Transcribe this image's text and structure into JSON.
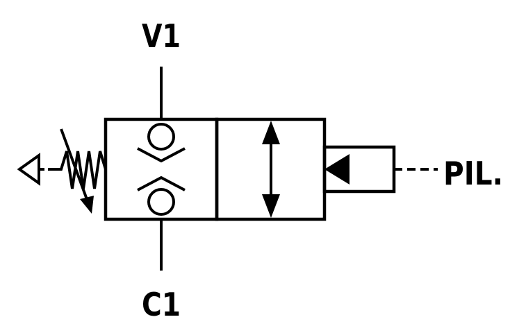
{
  "labels": {
    "top_port": "V1",
    "bottom_port": "C1",
    "pilot_port": "PIL."
  }
}
